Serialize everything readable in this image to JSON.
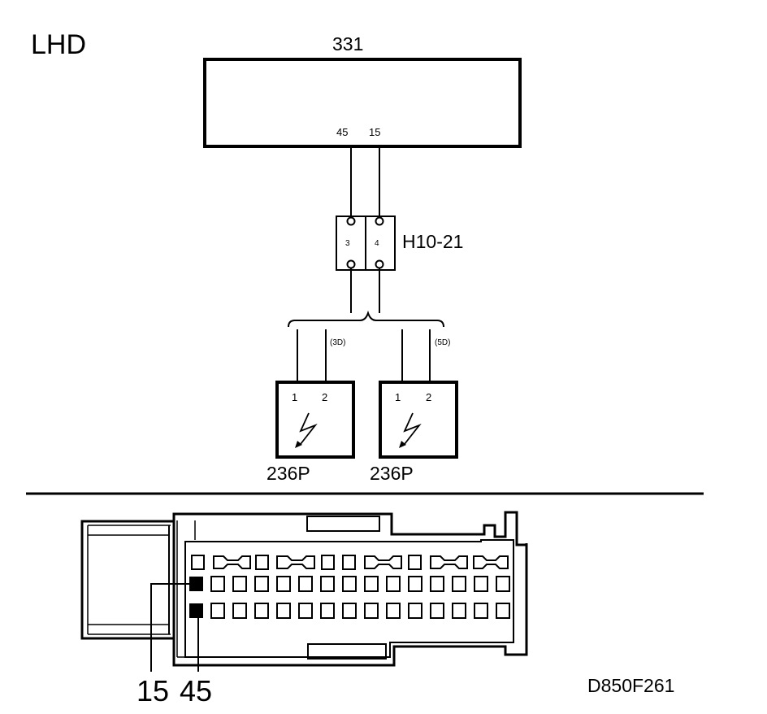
{
  "variant_label": "LHD",
  "module": {
    "id": "331",
    "pin_left": "45",
    "pin_right": "15"
  },
  "connector": {
    "id": "H10-21",
    "pin_left": "3",
    "pin_right": "4"
  },
  "speakers": [
    {
      "id": "236P",
      "variant": "(3D)",
      "pin1": "1",
      "pin2": "2"
    },
    {
      "id": "236P",
      "variant": "(5D)",
      "pin1": "1",
      "pin2": "2"
    }
  ],
  "plug_pins": {
    "left": "15",
    "right": "45"
  },
  "figure_code": "D850F261"
}
